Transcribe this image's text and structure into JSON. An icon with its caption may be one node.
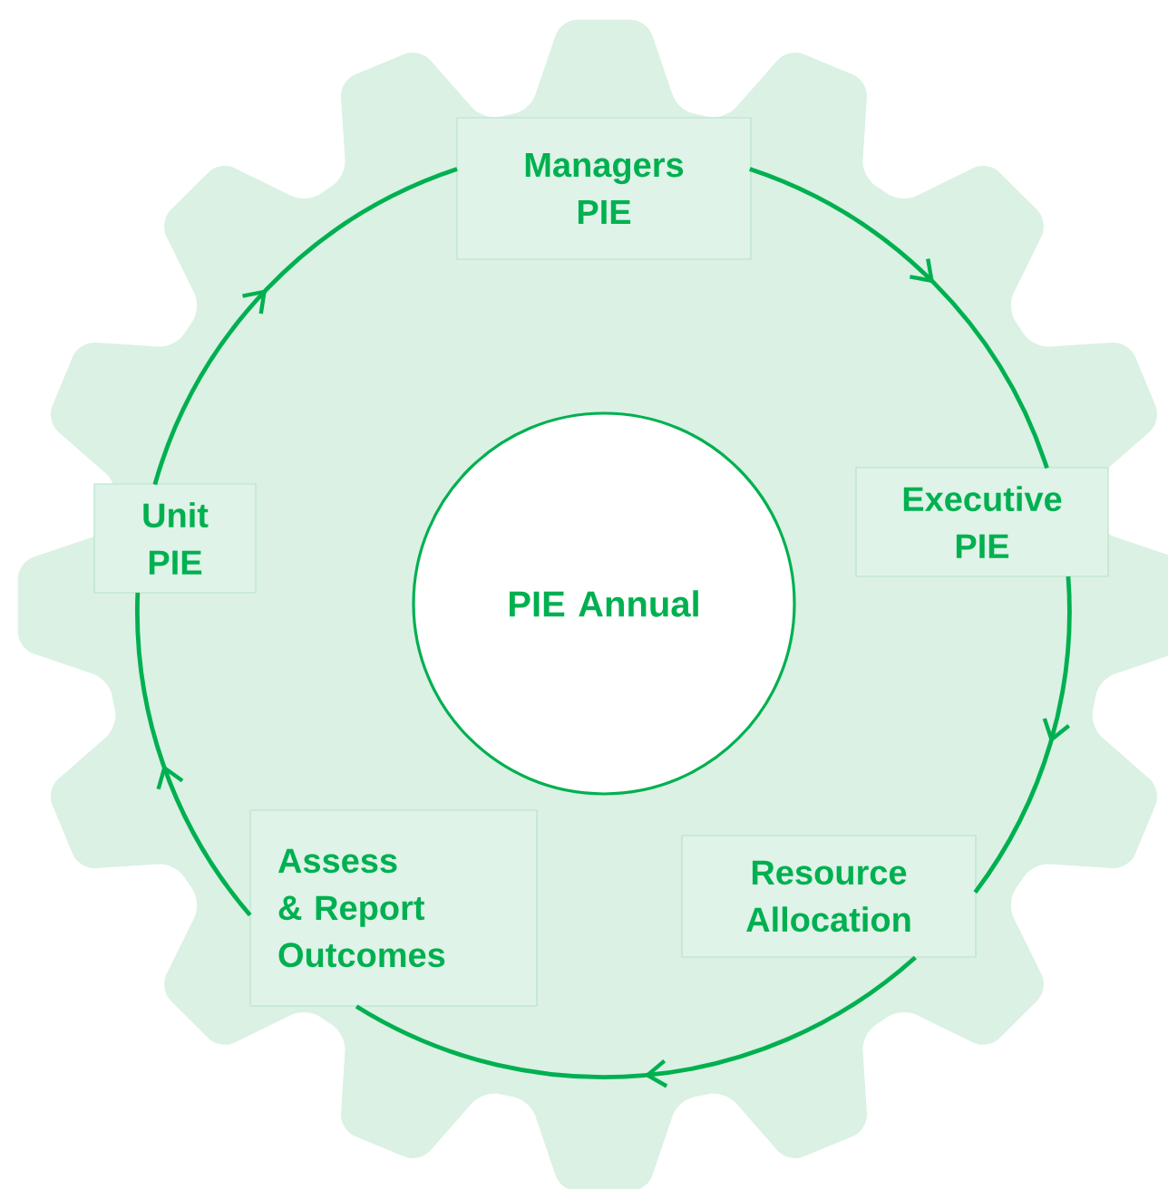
{
  "diagram": {
    "nodes": [
      {
        "text": [
          "Managers PIE"
        ]
      },
      {
        "text": [
          "Executive PIE"
        ]
      },
      {
        "text": [
          "Resource Allocation"
        ]
      },
      {
        "text": [
          "Assess & Report Outcomes"
        ]
      },
      {
        "text": [
          "Unit PIE"
        ]
      },
      {
        "text": [
          "PIE Annual"
        ]
      }
    ],
    "edges": [
      {
        "from": 0,
        "to": 1,
        "arrow": "to"
      },
      {
        "from": 1,
        "to": 2,
        "arrow": "to"
      },
      {
        "from": 2,
        "to": 3,
        "arrow": "to"
      },
      {
        "from": 3,
        "to": 4,
        "arrow": "to"
      },
      {
        "from": 4,
        "to": 0,
        "arrow": "to"
      }
    ]
  }
}
